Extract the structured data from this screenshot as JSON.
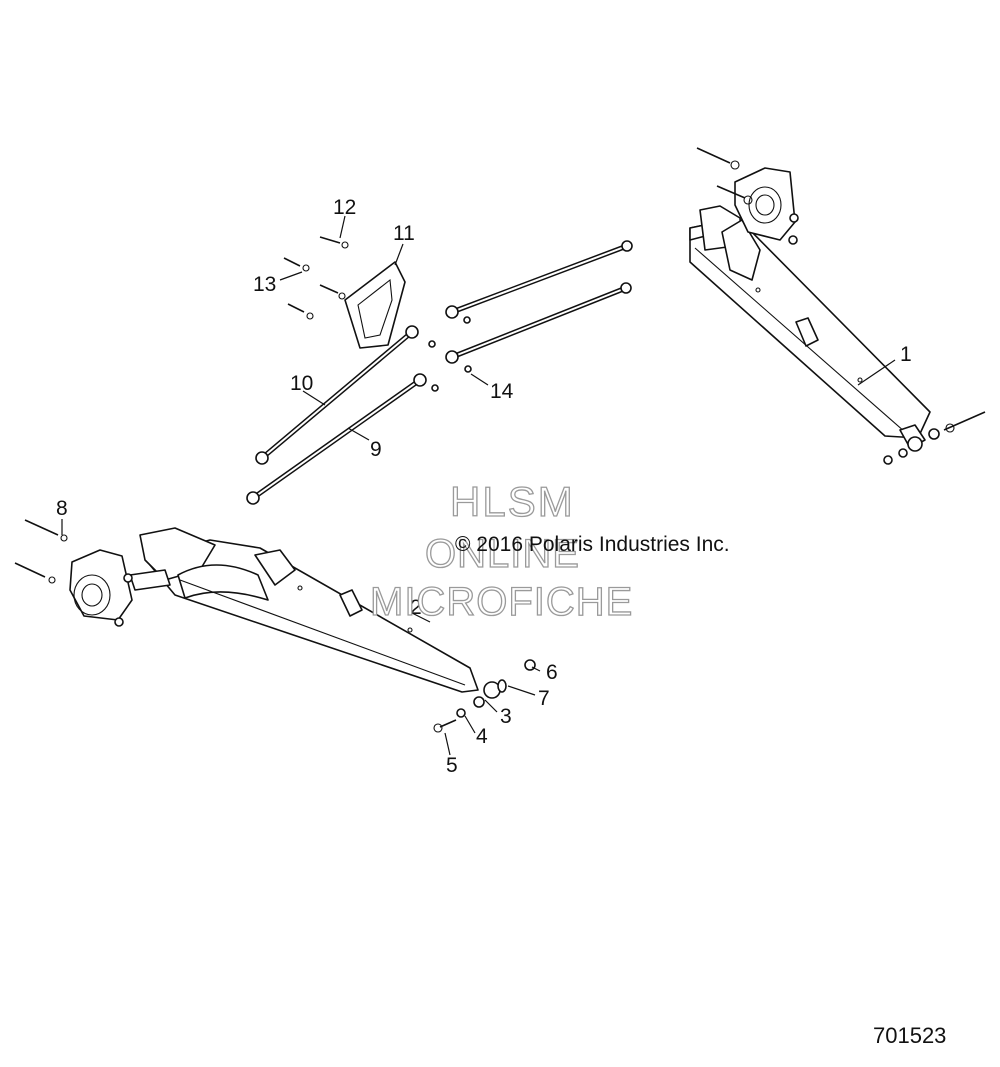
{
  "watermark": {
    "line1": "HLSM",
    "line2": "ONLINE",
    "line3": "MICROFICHE",
    "copyright": "© 2016 Polaris Industries Inc."
  },
  "drawing_number": "701523",
  "callouts": [
    "1",
    "2",
    "3",
    "4",
    "5",
    "6",
    "7",
    "8",
    "9",
    "10",
    "11",
    "12",
    "13",
    "14"
  ],
  "colors": {
    "line": "#111111",
    "watermark": "#9a9a9a",
    "background": "#ffffff"
  }
}
